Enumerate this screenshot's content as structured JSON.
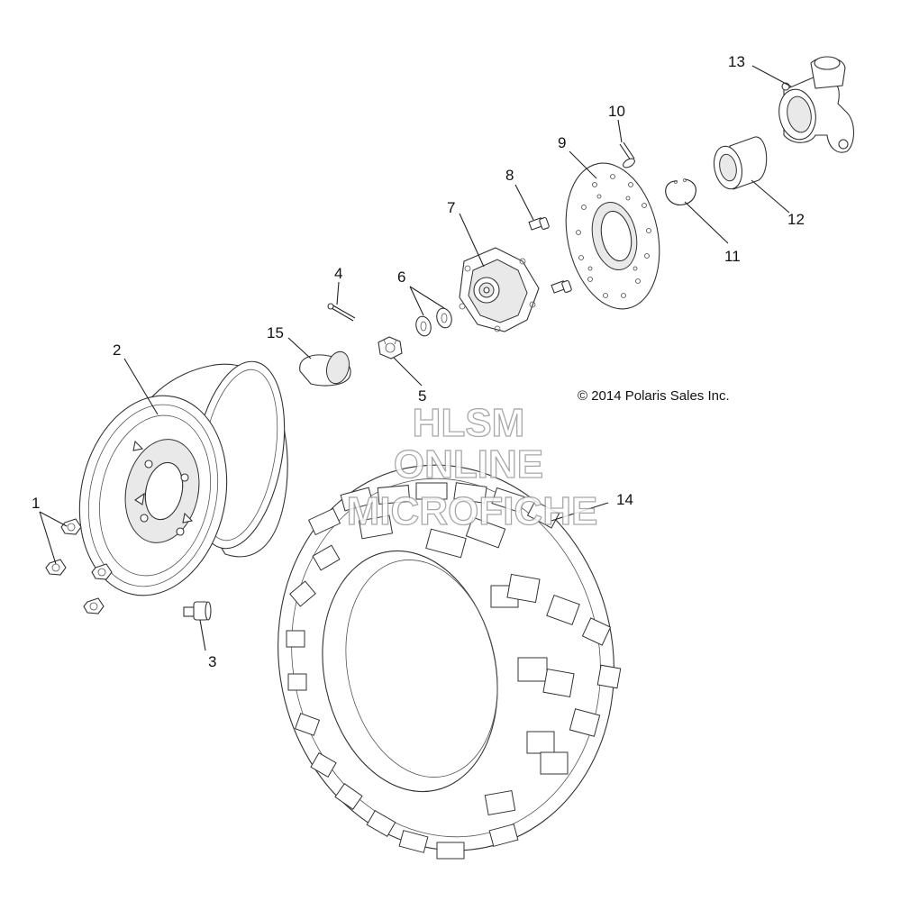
{
  "diagram": {
    "copyright": "© 2014 Polaris Sales Inc.",
    "watermark": [
      "HLSM",
      "ONLINE",
      "MICROFICHE"
    ],
    "callouts": [
      "1",
      "2",
      "3",
      "4",
      "5",
      "6",
      "7",
      "8",
      "9",
      "10",
      "11",
      "12",
      "13",
      "14",
      "15"
    ]
  }
}
